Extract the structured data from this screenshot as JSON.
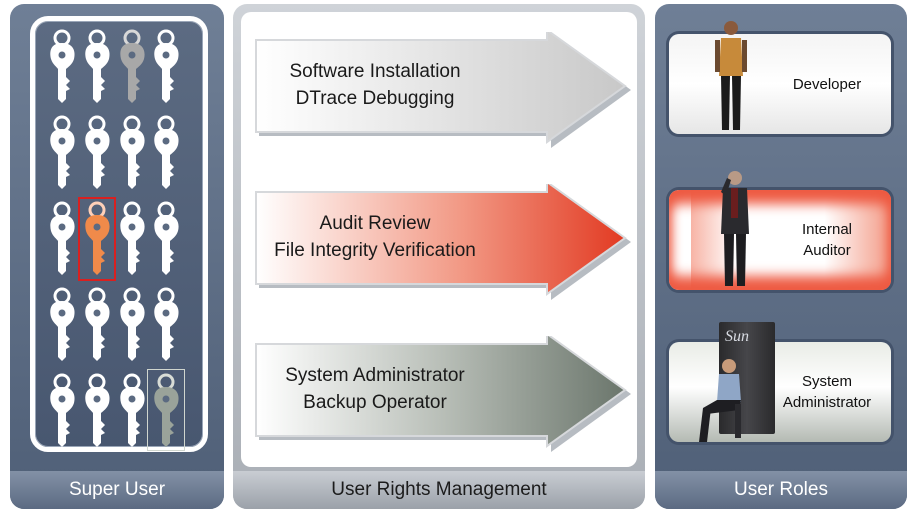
{
  "left_panel": {
    "title": "Super User"
  },
  "middle_panel": {
    "title": "User Rights Management",
    "arrows": [
      {
        "line1": "Software Installation",
        "line2": "DTrace Debugging"
      },
      {
        "line1": "Audit Review",
        "line2": "File Integrity Verification"
      },
      {
        "line1": "System Administrator",
        "line2": "Backup Operator"
      }
    ]
  },
  "right_panel": {
    "title": "User Roles",
    "roles": [
      {
        "label": "Developer"
      },
      {
        "label": "Internal Auditor"
      },
      {
        "label": "System Administrator"
      }
    ],
    "server_logo": "Sun"
  },
  "colors": {
    "panel_blue": "#5a6a82",
    "audit_red": "#e8402a",
    "admin_gray": "#6e7a70"
  }
}
